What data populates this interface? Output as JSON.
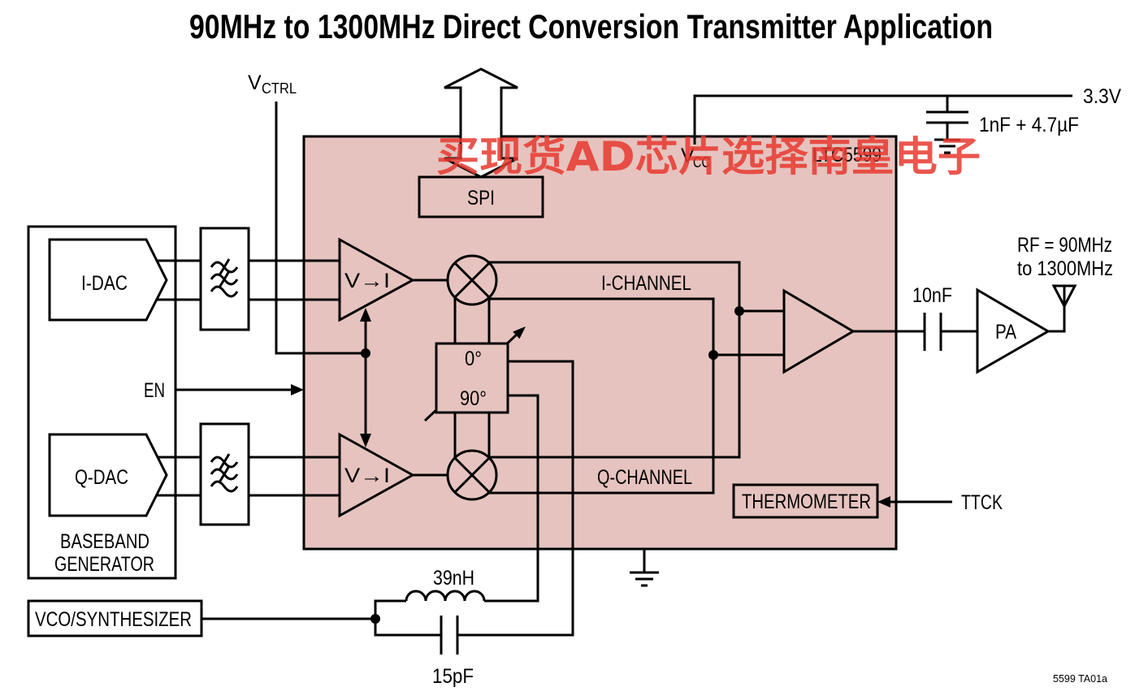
{
  "title": "90MHz to 1300MHz Direct Conversion Transmitter Application",
  "watermark": "买现货AD芯片选择南皇电子",
  "colors": {
    "chip_fill": "#e6c3bf",
    "watermark": "#e8392f"
  },
  "vctrl": {
    "symbol": "V",
    "subscript": "CTRL"
  },
  "baseband_generator": {
    "label_line1": "BASEBAND",
    "label_line2": "GENERATOR",
    "i_dac": "I-DAC",
    "q_dac": "Q-DAC",
    "enable": "EN"
  },
  "chip": {
    "part_number": "LTC5599",
    "vcc": {
      "symbol": "V",
      "subscript": "CC"
    },
    "spi": "SPI",
    "v_to_i": "V→I",
    "phase_0": "0°",
    "phase_90": "90°",
    "i_channel": "I-CHANNEL",
    "q_channel": "Q-CHANNEL",
    "thermometer": "THERMOMETER"
  },
  "supply": {
    "voltage": "3.3V",
    "decoupling": "1nF + 4.7µF"
  },
  "output": {
    "coupling_cap": "10nF",
    "amplifier": "PA",
    "rf_line1": "RF = 90MHz",
    "rf_line2": "to 1300MHz"
  },
  "ttck": "TTCK",
  "lo_input": {
    "source": "VCO/SYNTHESIZER",
    "inductor": "39nH",
    "capacitor": "15pF"
  },
  "figure_id": "5599 TA01a"
}
